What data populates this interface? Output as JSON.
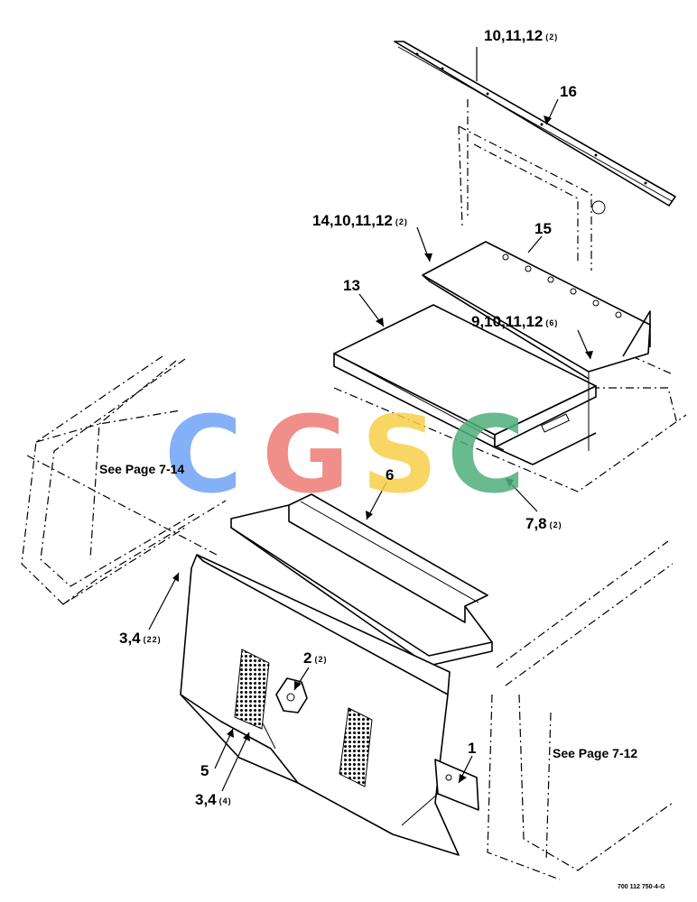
{
  "callouts": {
    "c1": {
      "main": "10,11,12",
      "qty": "(2)"
    },
    "c2": {
      "main": "16",
      "qty": ""
    },
    "c3": {
      "main": "14,10,11,12",
      "qty": "(2)"
    },
    "c4": {
      "main": "15",
      "qty": ""
    },
    "c5": {
      "main": "13",
      "qty": ""
    },
    "c6": {
      "main": "9,10,11,12",
      "qty": "(6)"
    },
    "c7": {
      "main": "6",
      "qty": ""
    },
    "c8": {
      "main": "7,8",
      "qty": "(2)"
    },
    "c9": {
      "main": "3,4",
      "qty": "(22)"
    },
    "c10": {
      "main": "2",
      "qty": "(2)"
    },
    "c11": {
      "main": "5",
      "qty": ""
    },
    "c12": {
      "main": "3,4",
      "qty": "(4)"
    },
    "c13": {
      "main": "1",
      "qty": ""
    }
  },
  "page_refs": {
    "left": "See Page 7-14",
    "right": "See Page 7-12"
  },
  "drawing_code": "700 112 750-4-G",
  "watermark": {
    "letters": [
      "C",
      "G",
      "S",
      "C"
    ],
    "colors": [
      "#6FA3F7",
      "#EE7B75",
      "#F7CF4A",
      "#4FAF7C"
    ]
  }
}
